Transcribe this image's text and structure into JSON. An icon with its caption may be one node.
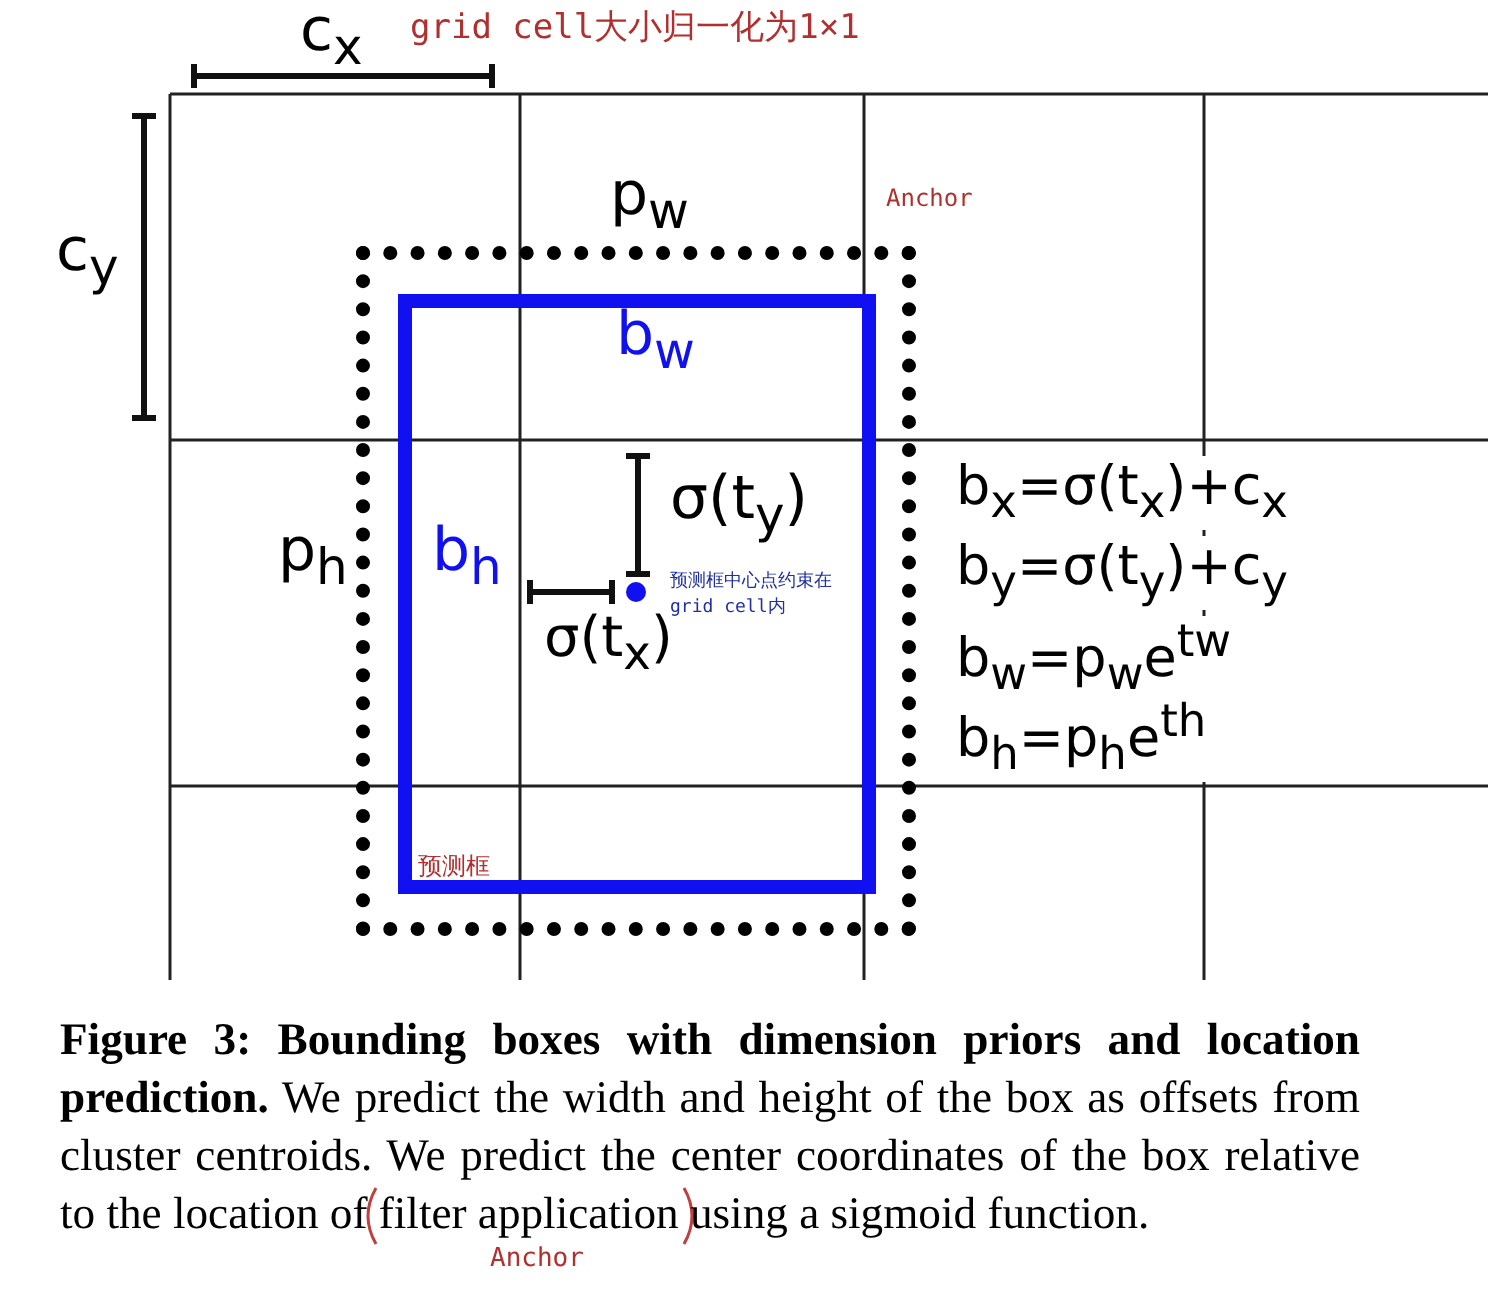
{
  "diagram": {
    "caption": "**Figure 3: Bounding boxes with dimension priors and location prediction.** We predict the width and height of the box as offsets from cluster centroids. We predict the center coordinates of the box relative to the location of filter application using a sigmoid function.",
    "nodes": [
      {
        "text": [
          "Anchor"
        ]
      },
      {
        "text": [
          "预测框"
        ],
        "in": 0
      },
      {
        "text": [],
        "shape": "circle",
        "in": 1,
        "beside": [
          "预测框中心点约束在grid cell内"
        ]
      }
    ],
    "edges": [],
    "labels": [
      "c$_{x}$",
      "grid cell大小归一化为1×1",
      "c$_{y}$",
      "p$_{w}$",
      "b$_{w}$",
      "p$_{h}$",
      "b$_{h}$",
      "σ(t$_{y}$)",
      "b$_{x}$=σ(t$_{x}$)+c$_{x}$",
      "b$_{y}$=σ(t$_{y}$)+c$_{y}$",
      "σ(t$_{x}$)",
      "b$_{w}$=p$_{w}$e$^{tw}$",
      "b$_{h}$=p$_{h}$e$^{th}$",
      "Anchor"
    ]
  }
}
